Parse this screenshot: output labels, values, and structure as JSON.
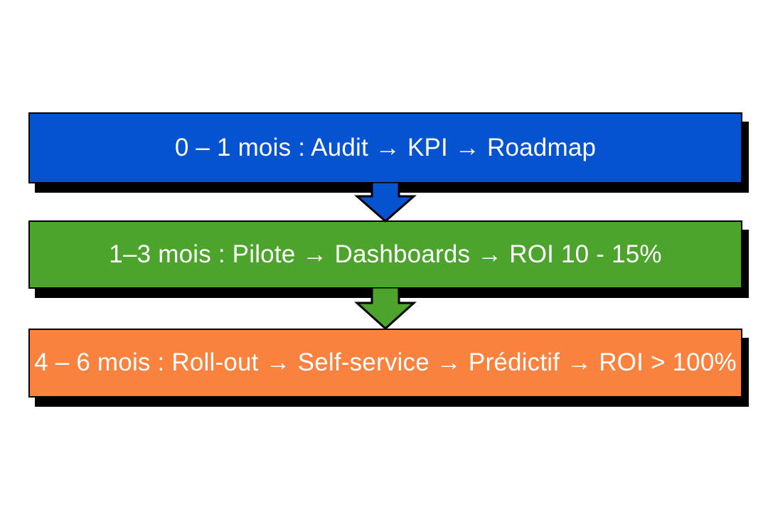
{
  "diagram": {
    "type": "vertical-process-flow",
    "background_color": "#ffffff",
    "text_color": "#ffffff",
    "outline_color": "#000000",
    "shadow_color": "#000000",
    "steps": [
      {
        "id": "phase-1",
        "label": "0 – 1 mois : Audit → KPI → Roadmap",
        "color": "#0553CE"
      },
      {
        "id": "phase-2",
        "label": "1–3 mois : Pilote → Dashboards → ROI 10 - 15%",
        "color": "#4DA42D"
      },
      {
        "id": "phase-3",
        "label": "4 – 6 mois : Roll-out → Self-service → Prédictif → ROI > 100%",
        "color": "#F8823E"
      }
    ],
    "connectors": [
      {
        "from": "phase-1",
        "to": "phase-2",
        "color": "#0553CE",
        "direction": "down"
      },
      {
        "from": "phase-2",
        "to": "phase-3",
        "color": "#4DA42D",
        "direction": "down"
      }
    ]
  }
}
